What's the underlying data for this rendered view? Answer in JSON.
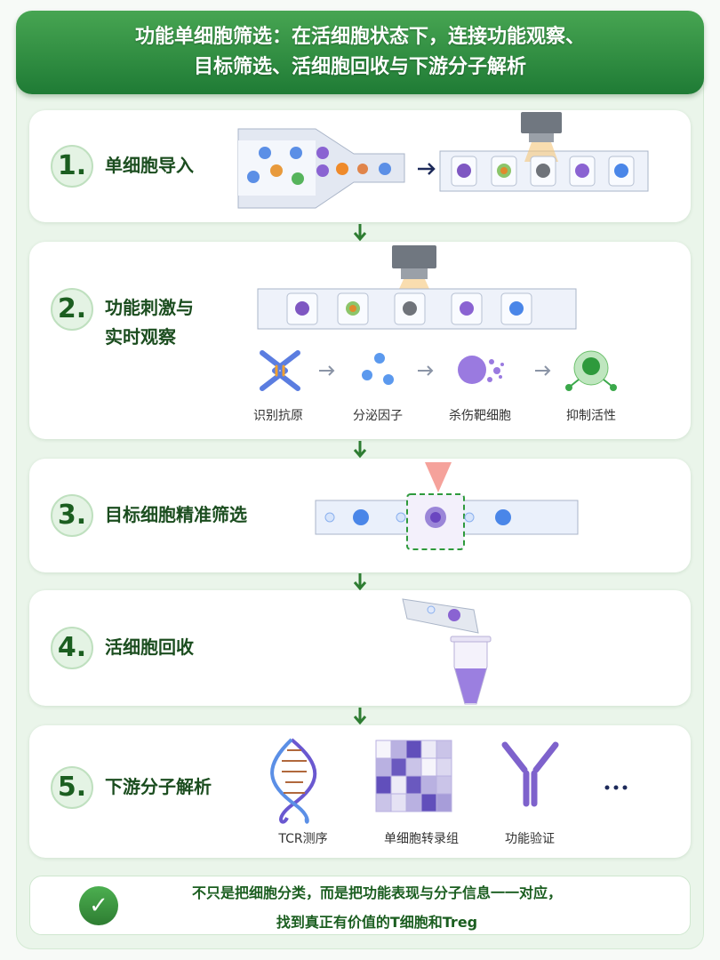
{
  "header": {
    "line1": "功能单细胞筛选：在活细胞状态下，连接功能观察、",
    "line2": "目标筛选、活细胞回收与下游分子解析"
  },
  "steps": [
    {
      "number": "1.",
      "label": "单细胞导入"
    },
    {
      "number": "2.",
      "label_line1": "功能刺激与",
      "label_line2": "实时观察",
      "functions": [
        "识别抗原",
        "分泌因子",
        "杀伤靶细胞",
        "抑制活性"
      ]
    },
    {
      "number": "3.",
      "label": "目标细胞精准筛选"
    },
    {
      "number": "4.",
      "label": "活细胞回收"
    },
    {
      "number": "5.",
      "label": "下游分子解析",
      "analyses": [
        "TCR测序",
        "单细胞转录组",
        "功能验证"
      ],
      "more": "..."
    }
  ],
  "conclusion": {
    "line1": "不只是把细胞分类，而是把功能表现与分子信息一一对应，",
    "line2": "找到真正有价值的T细胞和Treg",
    "icon": "check-icon"
  },
  "colors": {
    "green": "#2e7d32",
    "blue": "#4a86e8",
    "purple": "#7e57c2",
    "orange": "#ef8a2a"
  }
}
